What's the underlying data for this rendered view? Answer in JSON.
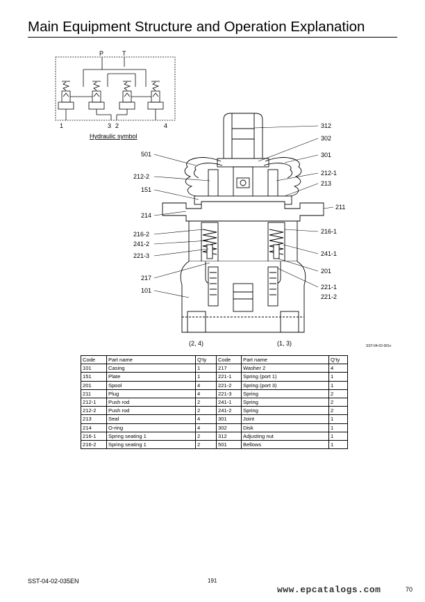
{
  "page": {
    "title": "Main Equipment Structure and Operation Explanation",
    "doc_code": "SST-04-02-035EN",
    "page_number": "191",
    "watermark": "www.epcatalogs.com",
    "sheet_number": "70"
  },
  "hydraulic_symbol": {
    "caption": "Hydraulic symbol",
    "ports": {
      "p": "P",
      "t": "T",
      "p1": "1",
      "p3": "3",
      "p2": "2",
      "p4": "4"
    }
  },
  "section_drawing": {
    "left_ports": "(2, 4)",
    "right_ports": "(1, 3)",
    "drawing_code": "SST-04-02-001v",
    "callouts_left": [
      "501",
      "212-2",
      "151",
      "214",
      "216-2",
      "241-2",
      "221-3",
      "217",
      "101"
    ],
    "callouts_right": [
      "312",
      "302",
      "301",
      "212-1",
      "213",
      "211",
      "216-1",
      "241-1",
      "201",
      "221-1",
      "221-2"
    ]
  },
  "parts_table": {
    "headers": [
      "Code",
      "Part name",
      "Q'ty",
      "Code",
      "Part name",
      "Q'ty"
    ],
    "rows": [
      [
        "101",
        "Casing",
        "1",
        "217",
        "Washer 2",
        "4"
      ],
      [
        "151",
        "Plate",
        "1",
        "221-1",
        "Spring (port 1)",
        "1"
      ],
      [
        "201",
        "Spool",
        "4",
        "221-2",
        "Spring (port 3)",
        "1"
      ],
      [
        "211",
        "Plug",
        "4",
        "221-3",
        "Spring",
        "2"
      ],
      [
        "212-1",
        "Push rod",
        "2",
        "241-1",
        "Spring",
        "2"
      ],
      [
        "212-2",
        "Push rod",
        "2",
        "241-2",
        "Spring",
        "2"
      ],
      [
        "213",
        "Seal",
        "4",
        "301",
        "Joint",
        "1"
      ],
      [
        "214",
        "O-ring",
        "4",
        "302",
        "Disk",
        "1"
      ],
      [
        "216-1",
        "Spring seating 1",
        "2",
        "312",
        "Adjusting nut",
        "1"
      ],
      [
        "216-2",
        "Spring seating 1",
        "2",
        "501",
        "Bellows",
        "1"
      ]
    ]
  }
}
